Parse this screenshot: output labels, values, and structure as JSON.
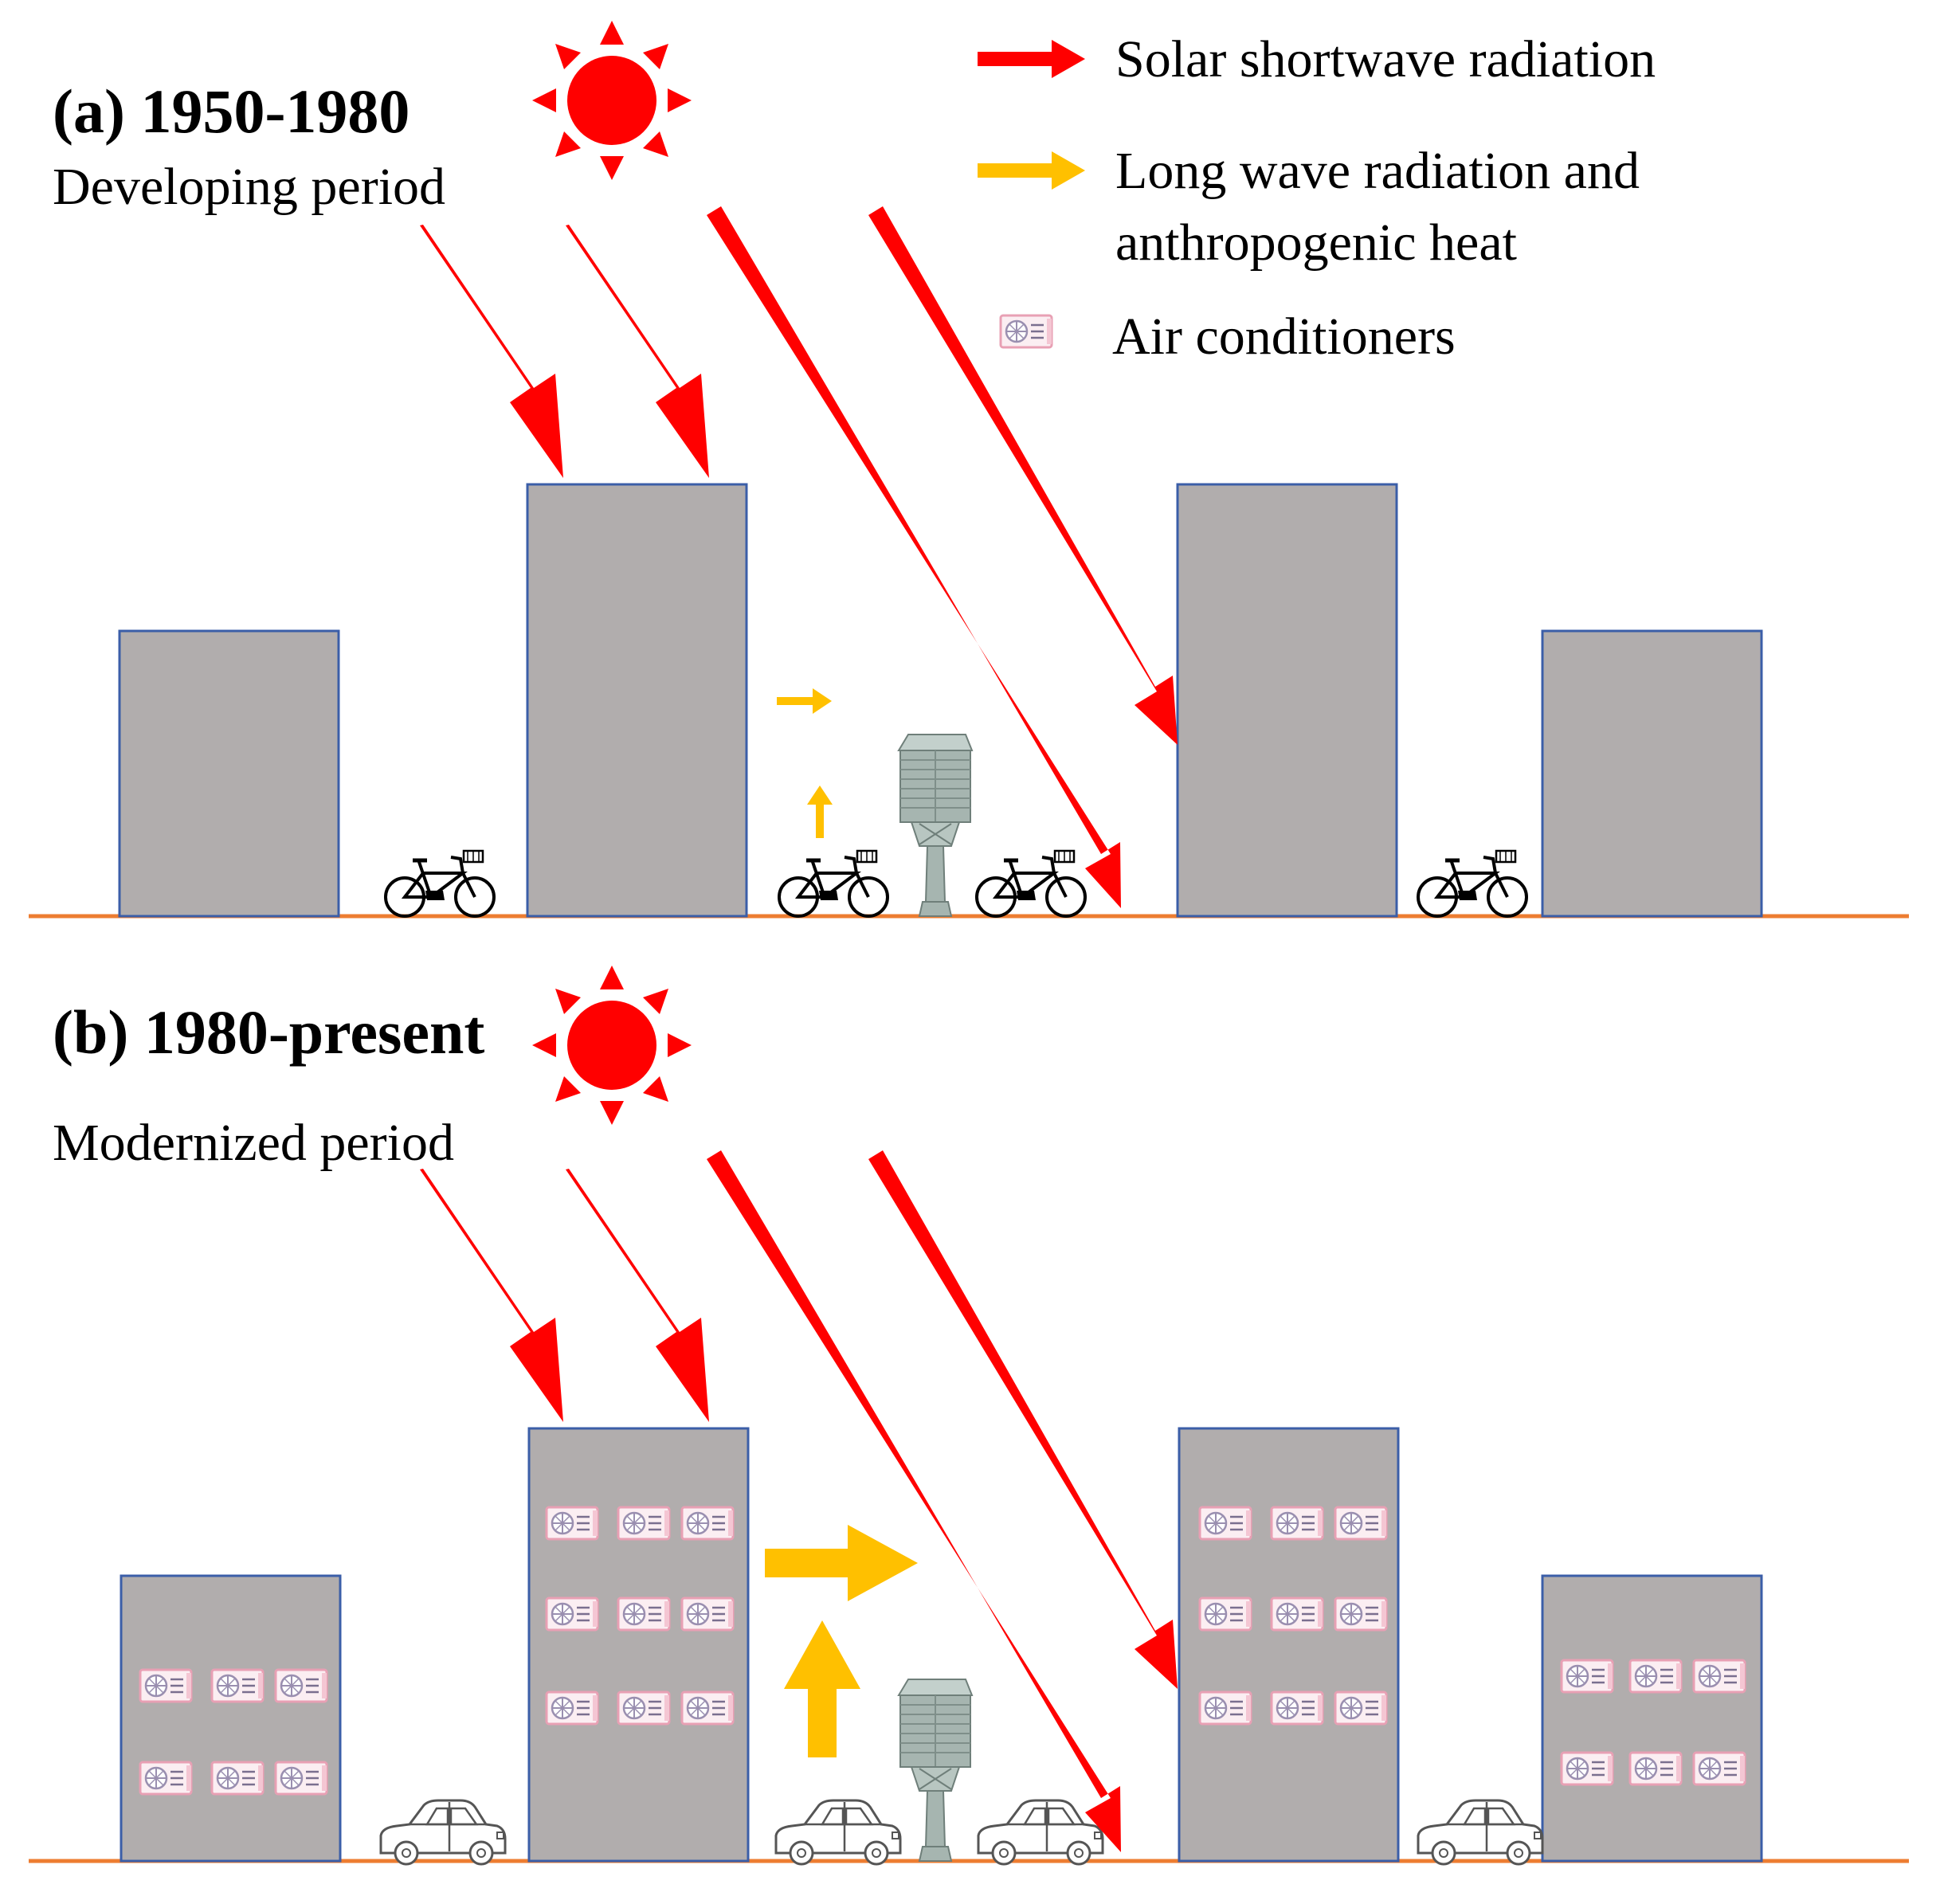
{
  "panel_a": {
    "label": "(a) 1950-1980",
    "subtitle": "Developing period"
  },
  "panel_b": {
    "label": "(b) 1980-present",
    "subtitle": "Modernized period"
  },
  "legend": {
    "solar": "Solar shortwave radiation",
    "longwave_line1": "Long wave radiation and",
    "longwave_line2": "anthropogenic heat",
    "ac": "Air conditioners"
  },
  "colors": {
    "solar": "#ff0000",
    "longwave": "#ffc000",
    "building_fill": "#b1adad",
    "building_stroke": "#3b5ea8",
    "ground": "#ed7d31",
    "ac_pink": "#e8a0b4",
    "shelter": "#a6b5b0"
  },
  "icons": {
    "sun": "sun-icon",
    "ac": "air-conditioner-icon",
    "bicycle": "bicycle-icon",
    "car": "car-icon",
    "weather_station": "weather-station-icon"
  }
}
